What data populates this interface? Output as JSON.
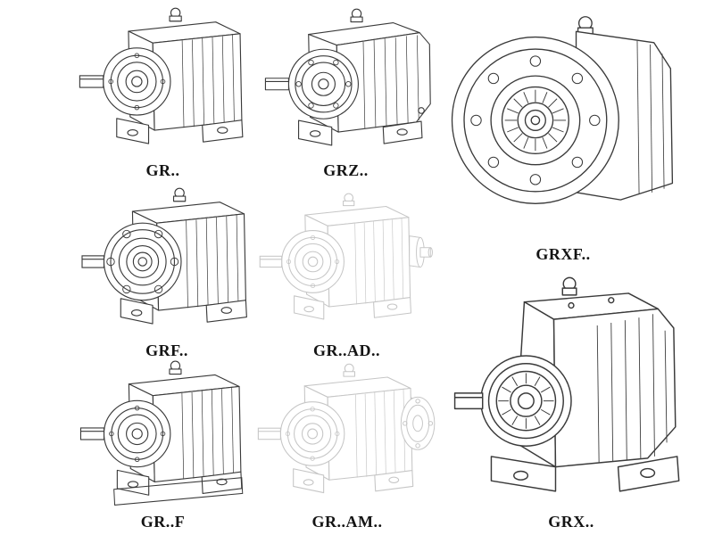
{
  "page": {
    "background": "#ffffff",
    "description": "Gear reducer series catalog line drawings"
  },
  "colors": {
    "ink": "#3a3a3a",
    "ghost": "#c6c6c6",
    "label": "#141414",
    "background": "#ffffff"
  },
  "figures": [
    {
      "id": "gr",
      "label": "GR..",
      "style": "solid"
    },
    {
      "id": "grz",
      "label": "GRZ..",
      "style": "solid"
    },
    {
      "id": "grxf",
      "label": "GRXF..",
      "style": "solid"
    },
    {
      "id": "grf",
      "label": "GRF..",
      "style": "solid"
    },
    {
      "id": "gr-ad",
      "label": "GR..AD..",
      "style": "ghost"
    },
    {
      "id": "gr-f",
      "label": "GR..F",
      "style": "solid"
    },
    {
      "id": "gr-am",
      "label": "GR..AM..",
      "style": "ghost"
    },
    {
      "id": "grx",
      "label": "GRX..",
      "style": "solid"
    }
  ]
}
